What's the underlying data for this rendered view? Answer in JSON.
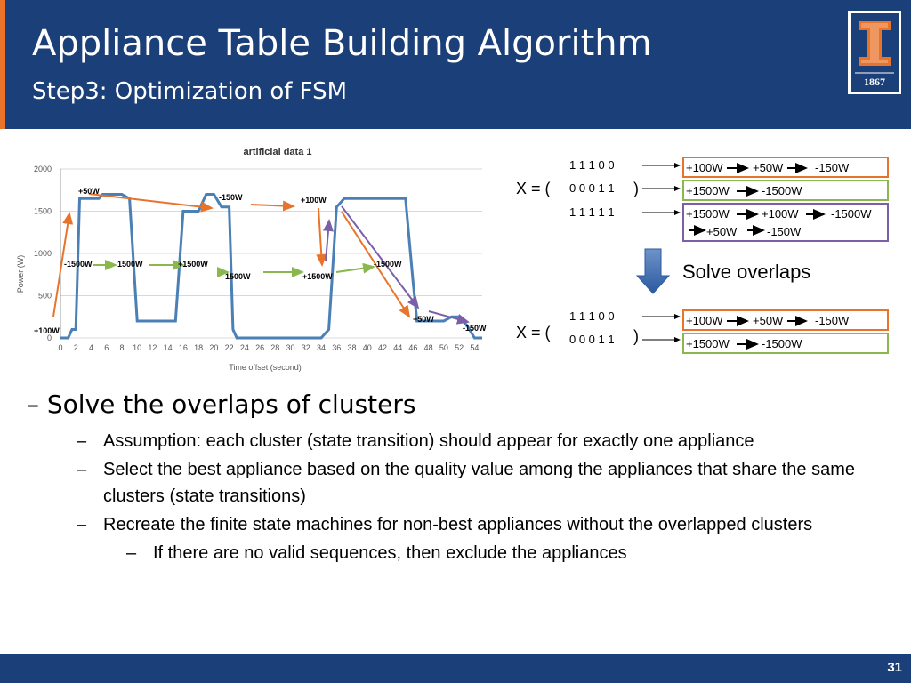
{
  "slide": {
    "title": "Appliance Table Building Algorithm",
    "subtitle": "Step3: Optimization of FSM",
    "logo_year": "1867",
    "page_number": "31"
  },
  "colors": {
    "header": "#1b3f78",
    "accent": "#e8742c",
    "line": "#4a80b5",
    "orange_arrow": "#e8742c",
    "green_arrow": "#8ab84f",
    "purple_arrow": "#7b5fa8"
  },
  "chart_data": {
    "type": "line",
    "title": "artificial data 1",
    "xlabel": "Time offset (second)",
    "ylabel": "Power (W)",
    "xlim": [
      0,
      55
    ],
    "ylim": [
      0,
      2000
    ],
    "x_ticks": [
      "0",
      "2",
      "4",
      "6",
      "8",
      "10",
      "12",
      "14",
      "16",
      "18",
      "20",
      "22",
      "24",
      "26",
      "28",
      "30",
      "32",
      "34",
      "36",
      "38",
      "40",
      "42",
      "44",
      "46",
      "48",
      "50",
      "52",
      "54"
    ],
    "y_ticks": [
      "0",
      "500",
      "1000",
      "1500",
      "2000"
    ],
    "series": [
      {
        "x": [
          0,
          1,
          1.5,
          2,
          2.5,
          5,
          5.5,
          8,
          9,
          10,
          15,
          16,
          18,
          19,
          20,
          21,
          22,
          22.5,
          23,
          24,
          33,
          34,
          35,
          36,
          37,
          45,
          46,
          46.5,
          48,
          49,
          50,
          51,
          52,
          53,
          54,
          55
        ],
        "y": [
          0,
          0,
          100,
          100,
          1650,
          1650,
          1700,
          1700,
          1650,
          200,
          200,
          1500,
          1500,
          1700,
          1700,
          1550,
          1550,
          100,
          0,
          0,
          0,
          0,
          100,
          1550,
          1650,
          1650,
          650,
          200,
          200,
          200,
          200,
          250,
          250,
          150,
          0,
          0
        ]
      }
    ],
    "annotations": [
      "+50W",
      "-150W",
      "+100W",
      "+100W",
      "-1500W",
      "1500W",
      "+1500W",
      "-1500W",
      "+1500W",
      "-1500W",
      "+50W",
      "-150W"
    ]
  },
  "fsm": {
    "x_label": "X = (",
    "close_paren": ")",
    "top": {
      "rows": [
        {
          "bits": "1 1 1 0 0",
          "items": [
            "+100W",
            "+50W",
            "-150W"
          ]
        },
        {
          "bits": "0 0 0 1 1",
          "items": [
            "+1500W",
            "-1500W"
          ]
        },
        {
          "bits": "1 1 1 1 1",
          "items": [
            "+1500W",
            "+100W",
            "-1500W"
          ],
          "items2": [
            "+50W",
            "-150W"
          ]
        }
      ]
    },
    "solve_label": "Solve overlaps",
    "bottom": {
      "rows": [
        {
          "bits": "1 1 1 0 0",
          "items": [
            "+100W",
            "+50W",
            "-150W"
          ]
        },
        {
          "bits": "0 0 0 1 1",
          "items": [
            "+1500W",
            "-1500W"
          ]
        }
      ]
    }
  },
  "bullets": {
    "main": "– Solve the overlaps of clusters",
    "dash": "–",
    "sub": [
      "Assumption: each cluster (state transition) should appear for exactly one appliance",
      "Select the best appliance based on the quality value among the appliances that share the same clusters (state transitions)",
      "Recreate the finite state machines for non-best appliances without the overlapped clusters"
    ],
    "subsub": "If there are no valid sequences, then exclude the appliances"
  }
}
